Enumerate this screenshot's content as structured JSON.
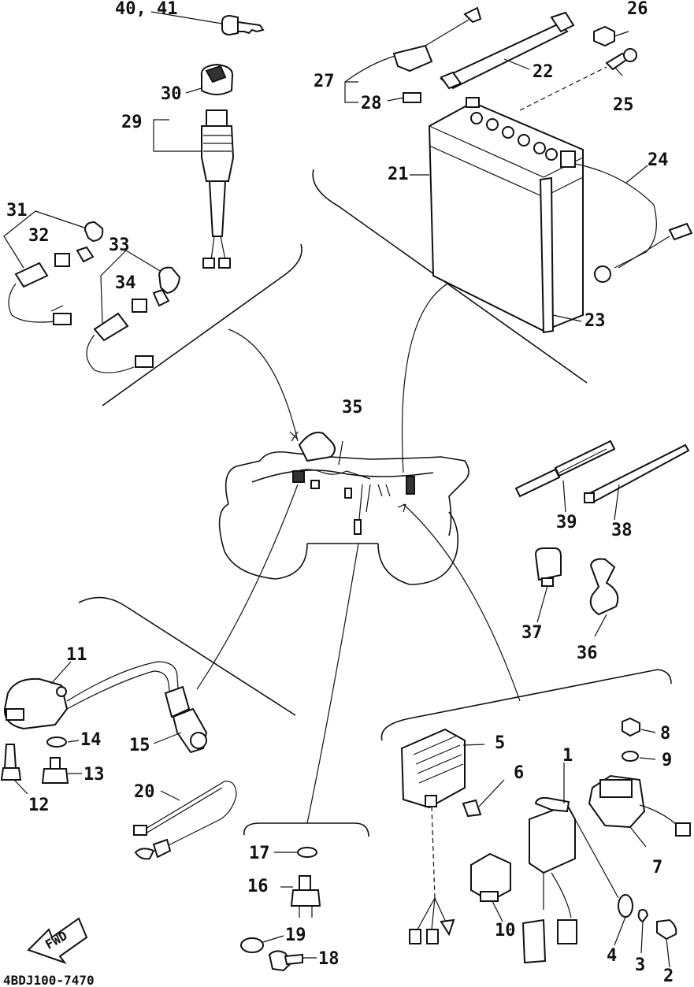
{
  "diagram": {
    "drawing_code": "4BDJ100-7470",
    "fwd_label": "FWD",
    "parts": {
      "p1": "1",
      "p2": "2",
      "p3": "3",
      "p4": "4",
      "p5": "5",
      "p6": "6",
      "p7": "7",
      "p8": "8",
      "p9": "9",
      "p10": "10",
      "p11": "11",
      "p12": "12",
      "p13": "13",
      "p14": "14",
      "p15": "15",
      "p16": "16",
      "p17": "17",
      "p18": "18",
      "p19": "19",
      "p20": "20",
      "p21": "21",
      "p22": "22",
      "p23": "23",
      "p24": "24",
      "p25": "25",
      "p26": "26",
      "p27": "27",
      "p28": "28",
      "p29": "29",
      "p30": "30",
      "p31": "31",
      "p32": "32",
      "p33": "33",
      "p34": "34",
      "p35": "35",
      "p36": "36",
      "p37": "37",
      "p38": "38",
      "p39": "39",
      "p40_41": "40, 41"
    }
  }
}
